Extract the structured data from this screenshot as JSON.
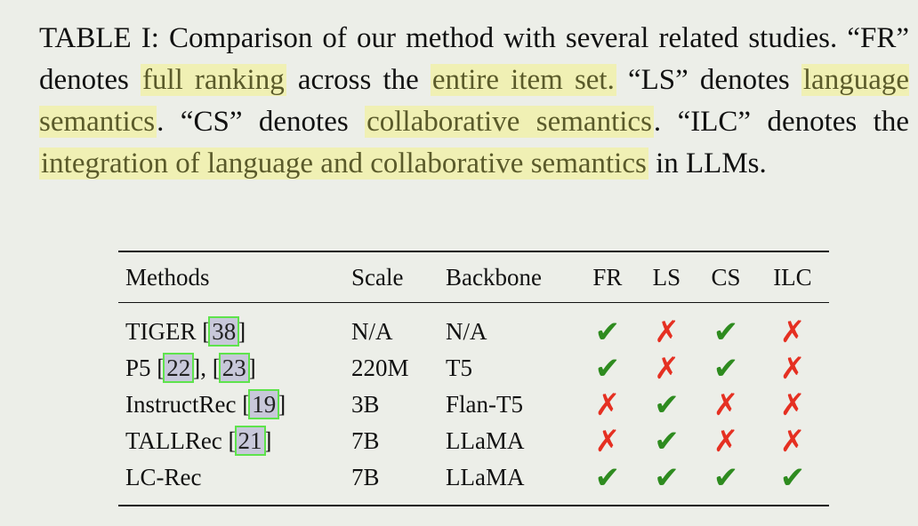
{
  "caption": {
    "parts": [
      {
        "text": "TABLE I: Comparison of our method with several related studies. “FR” denotes ",
        "hl": false
      },
      {
        "text": "full ranking",
        "hl": true
      },
      {
        "text": " across the ",
        "hl": false
      },
      {
        "text": "entire item set.",
        "hl": true
      },
      {
        "text": " “LS” denotes ",
        "hl": false
      },
      {
        "text": "language semantics",
        "hl": true
      },
      {
        "text": ". “CS” denotes ",
        "hl": false
      },
      {
        "text": "collaborative semantics",
        "hl": true
      },
      {
        "text": ". “ILC” denotes the ",
        "hl": false
      },
      {
        "text": "integration of language and collaborative semantics",
        "hl": true
      },
      {
        "text": " in LLMs.",
        "hl": false
      }
    ]
  },
  "table": {
    "headers": [
      "Methods",
      "Scale",
      "Backbone",
      "FR",
      "LS",
      "CS",
      "ILC"
    ],
    "rows": [
      {
        "method": "TIGER",
        "refs": [
          "38"
        ],
        "scale": "N/A",
        "backbone": "N/A",
        "marks": [
          "check",
          "cross",
          "check",
          "cross"
        ]
      },
      {
        "method": "P5",
        "refs": [
          "22",
          "23"
        ],
        "scale": "220M",
        "backbone": "T5",
        "marks": [
          "check",
          "cross",
          "check",
          "cross"
        ]
      },
      {
        "method": "InstructRec",
        "refs": [
          "19"
        ],
        "scale": "3B",
        "backbone": "Flan-T5",
        "marks": [
          "cross",
          "check",
          "cross",
          "cross"
        ]
      },
      {
        "method": "TALLRec",
        "refs": [
          "21"
        ],
        "scale": "7B",
        "backbone": "LLaMA",
        "marks": [
          "cross",
          "check",
          "cross",
          "cross"
        ]
      },
      {
        "method": "LC-Rec",
        "refs": [],
        "scale": "7B",
        "backbone": "LLaMA",
        "marks": [
          "check",
          "check",
          "check",
          "check"
        ]
      }
    ],
    "symbols": {
      "check": "✔",
      "cross": "✗"
    },
    "colors": {
      "check": "#2e8b1f",
      "cross": "#e53022",
      "highlight": "#f0f0b4"
    }
  }
}
